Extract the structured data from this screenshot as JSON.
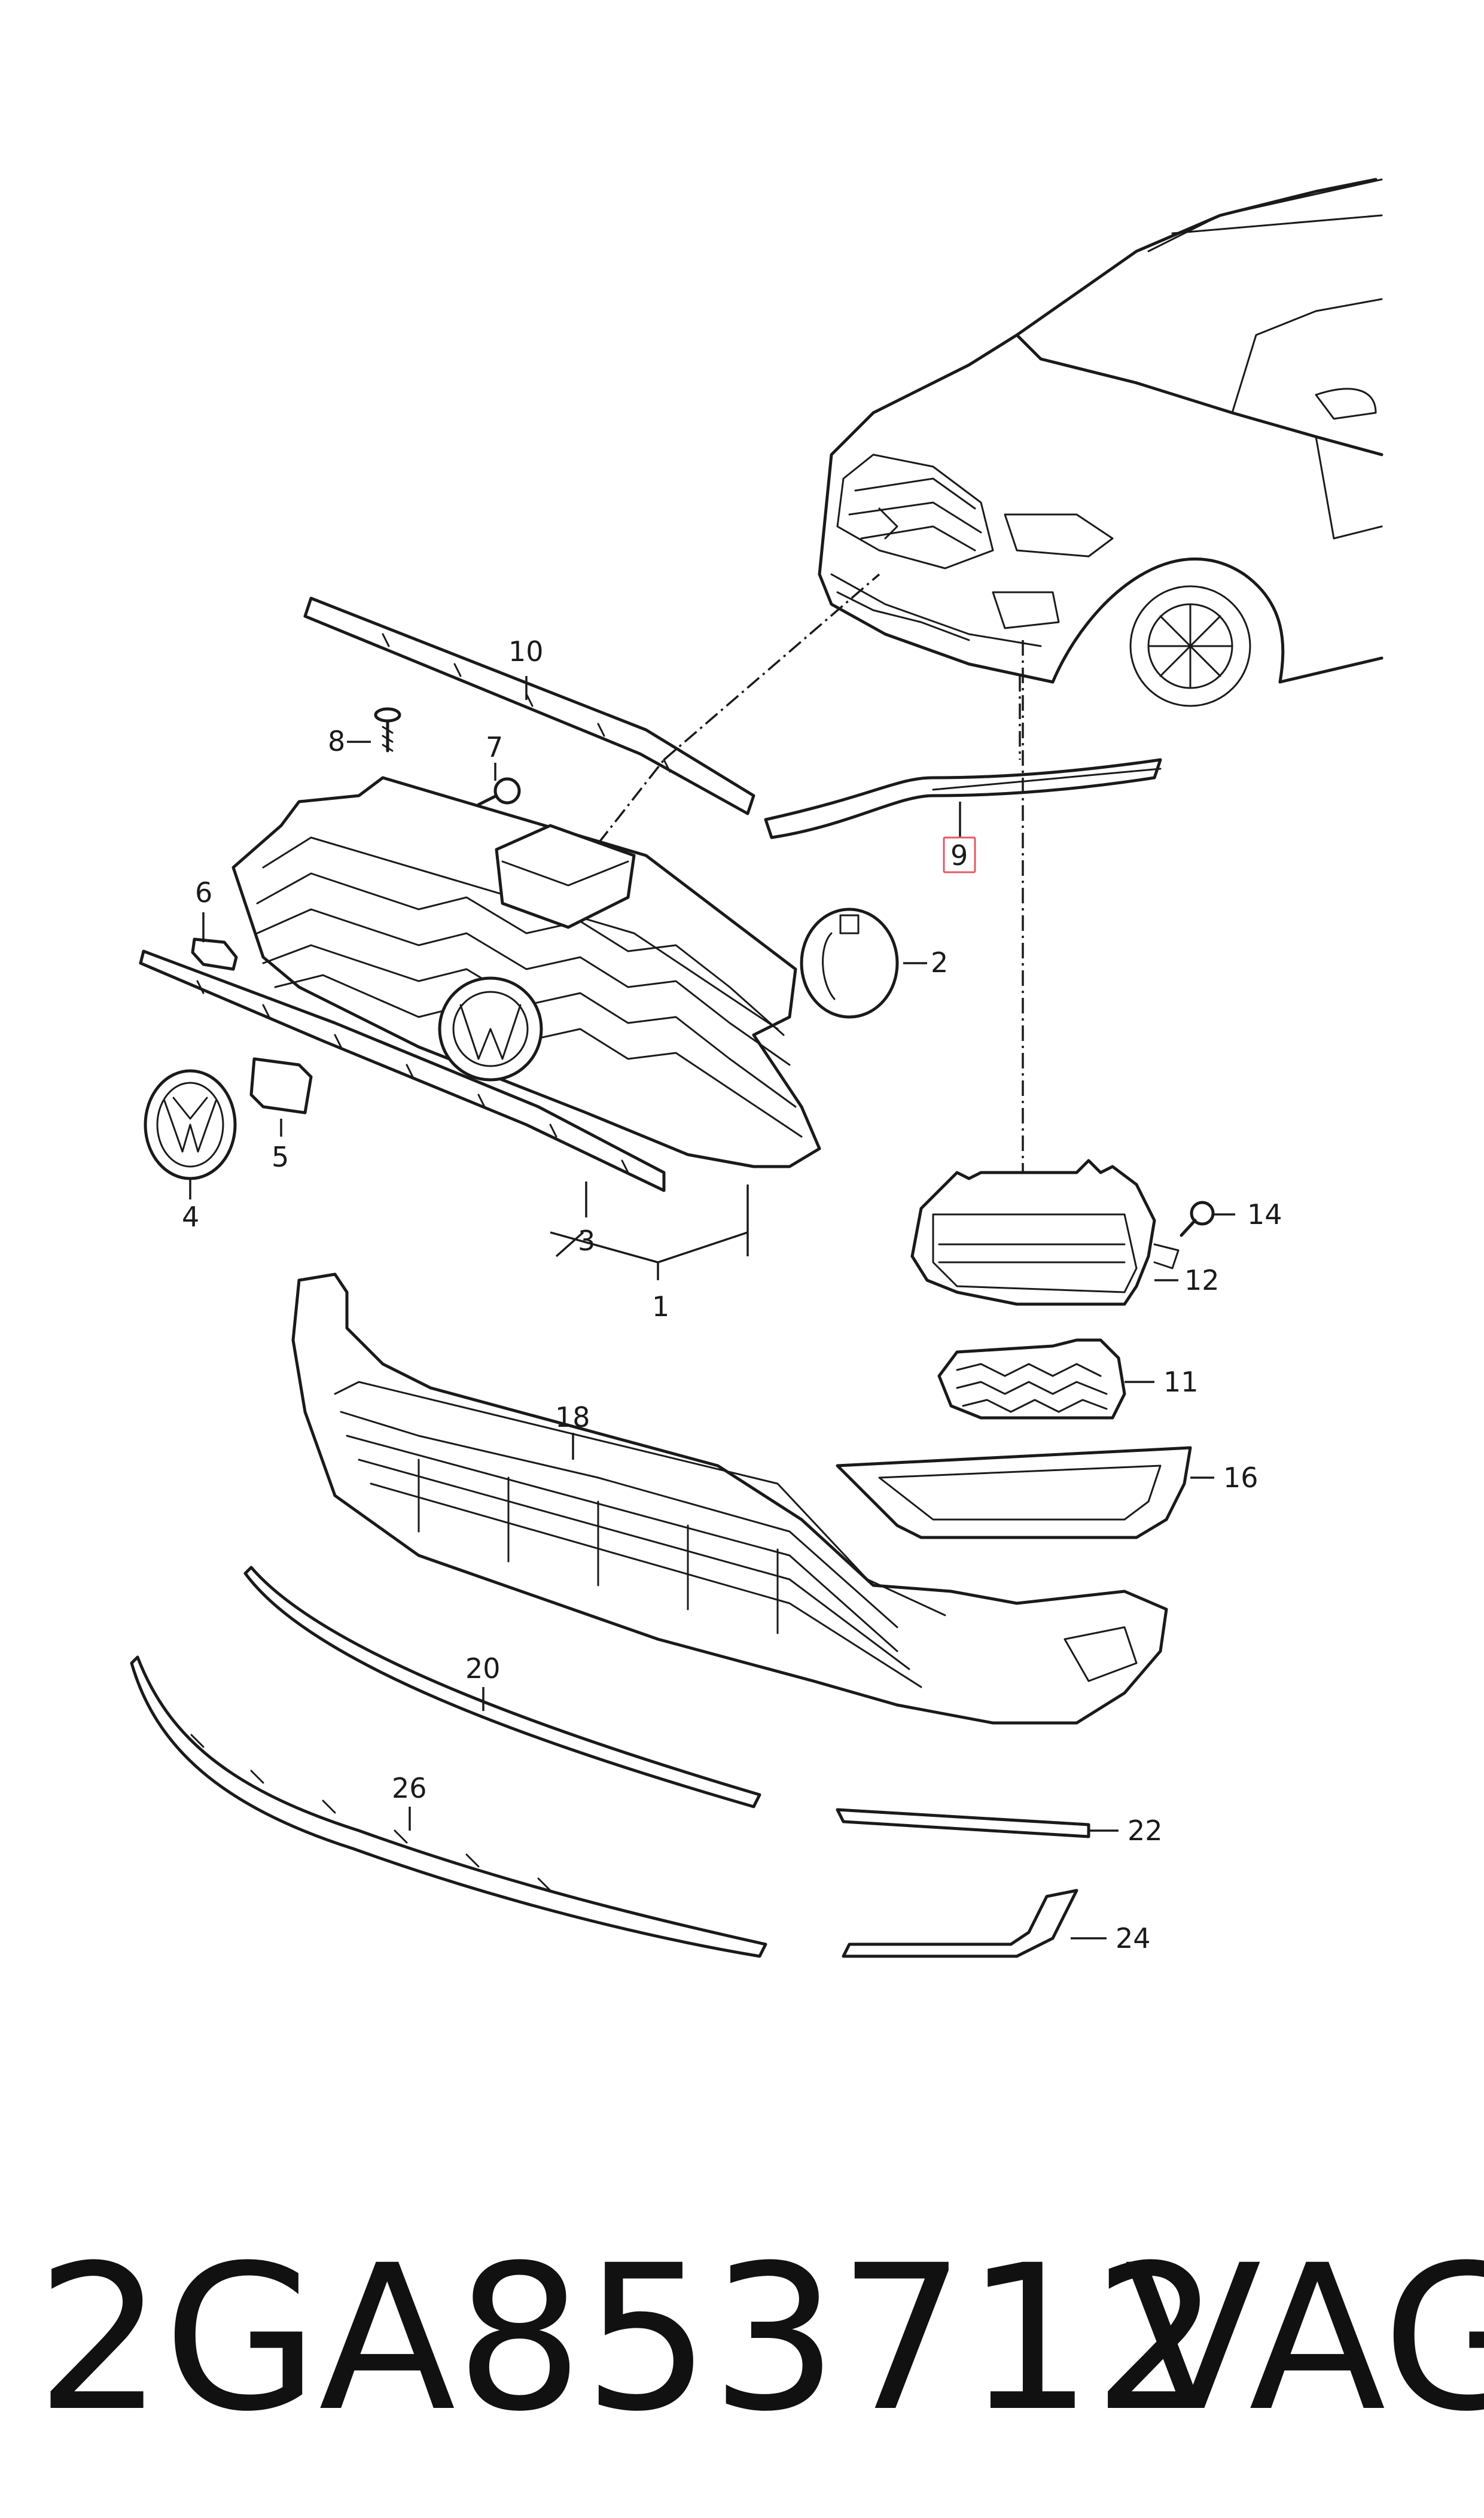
{
  "callouts": {
    "c1": "1",
    "c2": "2",
    "c3": "3",
    "c4": "4",
    "c5": "5",
    "c6": "6",
    "c7": "7",
    "c8": "8",
    "c9": "9",
    "c10": "10",
    "c11": "11",
    "c12": "12",
    "c14": "14",
    "c16": "16",
    "c18": "18",
    "c20": "20",
    "c22": "22",
    "c24": "24",
    "c26": "26"
  },
  "highlighted_callout": "9",
  "highlight_color": "#e05a66",
  "footer": {
    "part_number": "2GA853712",
    "brand": "VAG"
  }
}
